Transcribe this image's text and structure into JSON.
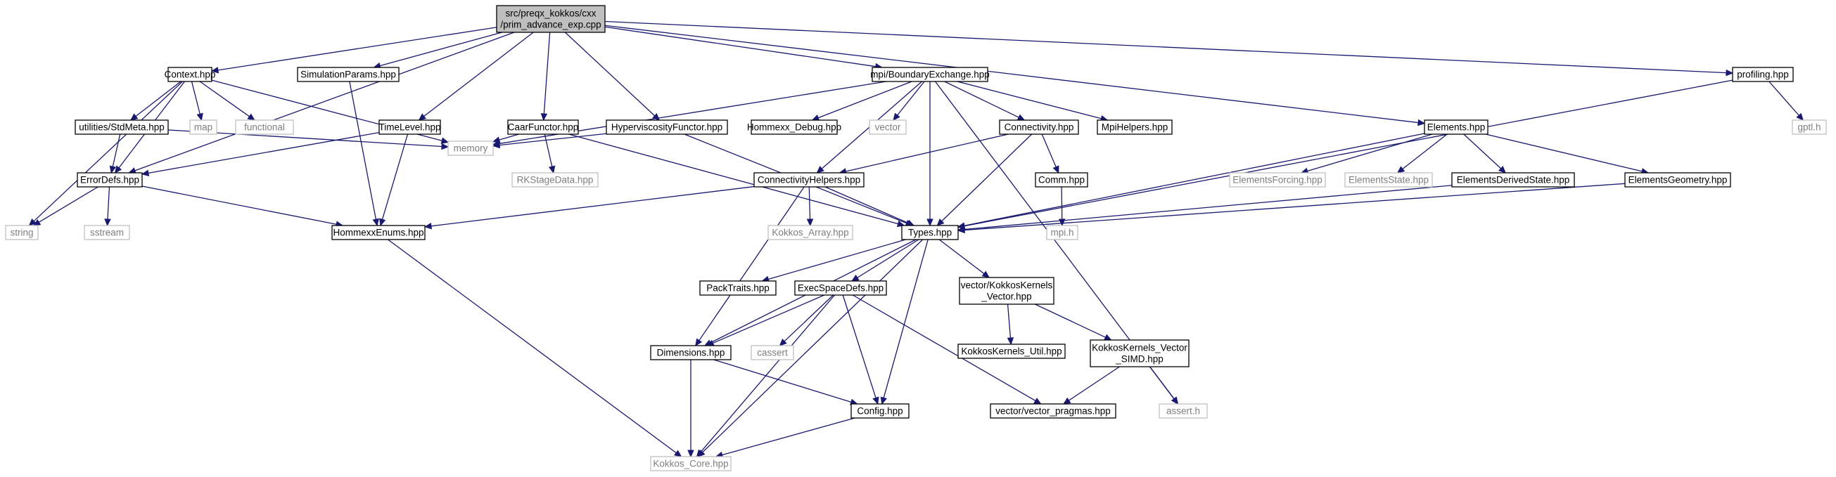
{
  "graph": {
    "colors": {
      "edge": "#191970",
      "local_border": "#000000",
      "system_border": "#bfbfbf",
      "system_text": "#7f7f7f",
      "root_fill": "#bfbfbf"
    },
    "nodes": [
      {
        "id": "root",
        "lines": [
          "src/preqx_kokkos/cxx",
          "/prim_advance_exp.cpp"
        ],
        "kind": "root"
      },
      {
        "id": "context",
        "lines": [
          "Context.hpp"
        ],
        "kind": "local"
      },
      {
        "id": "simparams",
        "lines": [
          "SimulationParams.hpp"
        ],
        "kind": "local"
      },
      {
        "id": "timelevel",
        "lines": [
          "TimeLevel.hpp"
        ],
        "kind": "local"
      },
      {
        "id": "caar",
        "lines": [
          "CaarFunctor.hpp"
        ],
        "kind": "local"
      },
      {
        "id": "hypervisc",
        "lines": [
          "HyperviscosityFunctor.hpp"
        ],
        "kind": "local"
      },
      {
        "id": "boundary",
        "lines": [
          "mpi/BoundaryExchange.hpp"
        ],
        "kind": "local"
      },
      {
        "id": "elements",
        "lines": [
          "Elements.hpp"
        ],
        "kind": "local"
      },
      {
        "id": "profiling",
        "lines": [
          "profiling.hpp"
        ],
        "kind": "local"
      },
      {
        "id": "stdmeta",
        "lines": [
          "utilities/StdMeta.hpp"
        ],
        "kind": "local"
      },
      {
        "id": "map",
        "lines": [
          "map"
        ],
        "kind": "sys"
      },
      {
        "id": "functional",
        "lines": [
          "functional"
        ],
        "kind": "sys"
      },
      {
        "id": "errordefs",
        "lines": [
          "ErrorDefs.hpp"
        ],
        "kind": "local"
      },
      {
        "id": "string",
        "lines": [
          "string"
        ],
        "kind": "sys"
      },
      {
        "id": "sstream",
        "lines": [
          "sstream"
        ],
        "kind": "sys"
      },
      {
        "id": "hommexxenums",
        "lines": [
          "HommexxEnums.hpp"
        ],
        "kind": "local"
      },
      {
        "id": "memory",
        "lines": [
          "memory"
        ],
        "kind": "sys"
      },
      {
        "id": "rkstage",
        "lines": [
          "RKStageData.hpp"
        ],
        "kind": "sys"
      },
      {
        "id": "hommexxdebug",
        "lines": [
          "Hommexx_Debug.hpp"
        ],
        "kind": "local"
      },
      {
        "id": "vector",
        "lines": [
          "vector"
        ],
        "kind": "sys"
      },
      {
        "id": "connectivity",
        "lines": [
          "Connectivity.hpp"
        ],
        "kind": "local"
      },
      {
        "id": "mpihelpers",
        "lines": [
          "MpiHelpers.hpp"
        ],
        "kind": "local"
      },
      {
        "id": "connhelpers",
        "lines": [
          "ConnectivityHelpers.hpp"
        ],
        "kind": "local"
      },
      {
        "id": "comm",
        "lines": [
          "Comm.hpp"
        ],
        "kind": "local"
      },
      {
        "id": "mpih",
        "lines": [
          "mpi.h"
        ],
        "kind": "sys"
      },
      {
        "id": "kokkosarray",
        "lines": [
          "Kokkos_Array.hpp"
        ],
        "kind": "sys"
      },
      {
        "id": "types",
        "lines": [
          "Types.hpp"
        ],
        "kind": "local"
      },
      {
        "id": "elforcing",
        "lines": [
          "ElementsForcing.hpp"
        ],
        "kind": "sys"
      },
      {
        "id": "elstate",
        "lines": [
          "ElementsState.hpp"
        ],
        "kind": "sys"
      },
      {
        "id": "elderived",
        "lines": [
          "ElementsDerivedState.hpp"
        ],
        "kind": "local"
      },
      {
        "id": "elgeometry",
        "lines": [
          "ElementsGeometry.hpp"
        ],
        "kind": "local"
      },
      {
        "id": "gptl",
        "lines": [
          "gptl.h"
        ],
        "kind": "sys"
      },
      {
        "id": "packtraits",
        "lines": [
          "PackTraits.hpp"
        ],
        "kind": "local"
      },
      {
        "id": "execspace",
        "lines": [
          "ExecSpaceDefs.hpp"
        ],
        "kind": "local"
      },
      {
        "id": "kkvector",
        "lines": [
          "vector/KokkosKernels",
          "_Vector.hpp"
        ],
        "kind": "local"
      },
      {
        "id": "kkutil",
        "lines": [
          "KokkosKernels_Util.hpp"
        ],
        "kind": "local"
      },
      {
        "id": "kksimd",
        "lines": [
          "KokkosKernels_Vector",
          "_SIMD.hpp"
        ],
        "kind": "local"
      },
      {
        "id": "dimensions",
        "lines": [
          "Dimensions.hpp"
        ],
        "kind": "local"
      },
      {
        "id": "cassert",
        "lines": [
          "cassert"
        ],
        "kind": "sys"
      },
      {
        "id": "config",
        "lines": [
          "Config.hpp"
        ],
        "kind": "local"
      },
      {
        "id": "vecpragmas",
        "lines": [
          "vector/vector_pragmas.hpp"
        ],
        "kind": "local"
      },
      {
        "id": "asserth",
        "lines": [
          "assert.h"
        ],
        "kind": "sys"
      },
      {
        "id": "kokkoscore",
        "lines": [
          "Kokkos_Core.hpp"
        ],
        "kind": "sys"
      }
    ],
    "edges": [
      [
        "root",
        "context"
      ],
      [
        "root",
        "simparams"
      ],
      [
        "root",
        "timelevel"
      ],
      [
        "root",
        "caar"
      ],
      [
        "root",
        "hypervisc"
      ],
      [
        "root",
        "boundary"
      ],
      [
        "root",
        "elements"
      ],
      [
        "root",
        "profiling"
      ],
      [
        "root",
        "errordefs"
      ],
      [
        "context",
        "stdmeta"
      ],
      [
        "context",
        "map"
      ],
      [
        "context",
        "functional"
      ],
      [
        "context",
        "errordefs"
      ],
      [
        "context",
        "string"
      ],
      [
        "context",
        "memory"
      ],
      [
        "stdmeta",
        "errordefs"
      ],
      [
        "stdmeta",
        "memory"
      ],
      [
        "errordefs",
        "string"
      ],
      [
        "errordefs",
        "sstream"
      ],
      [
        "errordefs",
        "hommexxenums"
      ],
      [
        "simparams",
        "hommexxenums"
      ],
      [
        "timelevel",
        "errordefs"
      ],
      [
        "timelevel",
        "hommexxenums"
      ],
      [
        "caar",
        "memory"
      ],
      [
        "caar",
        "rkstage"
      ],
      [
        "caar",
        "types"
      ],
      [
        "hypervisc",
        "memory"
      ],
      [
        "hypervisc",
        "types"
      ],
      [
        "boundary",
        "memory"
      ],
      [
        "boundary",
        "hommexxdebug"
      ],
      [
        "boundary",
        "vector"
      ],
      [
        "boundary",
        "connectivity"
      ],
      [
        "boundary",
        "mpihelpers"
      ],
      [
        "boundary",
        "connhelpers"
      ],
      [
        "boundary",
        "types"
      ],
      [
        "boundary",
        "asserth"
      ],
      [
        "connectivity",
        "connhelpers"
      ],
      [
        "connectivity",
        "comm"
      ],
      [
        "connectivity",
        "types"
      ],
      [
        "comm",
        "mpih"
      ],
      [
        "connhelpers",
        "hommexxenums"
      ],
      [
        "connhelpers",
        "kokkosarray"
      ],
      [
        "connhelpers",
        "types"
      ],
      [
        "connhelpers",
        "dimensions"
      ],
      [
        "elements",
        "elforcing"
      ],
      [
        "elements",
        "elstate"
      ],
      [
        "elements",
        "elderived"
      ],
      [
        "elements",
        "elgeometry"
      ],
      [
        "elements",
        "types"
      ],
      [
        "elderived",
        "types"
      ],
      [
        "elgeometry",
        "types"
      ],
      [
        "profiling",
        "gptl"
      ],
      [
        "profiling",
        "types"
      ],
      [
        "types",
        "packtraits"
      ],
      [
        "types",
        "execspace"
      ],
      [
        "types",
        "kkvector"
      ],
      [
        "types",
        "dimensions"
      ],
      [
        "types",
        "config"
      ],
      [
        "types",
        "kokkoscore"
      ],
      [
        "kkvector",
        "kkutil"
      ],
      [
        "kkvector",
        "kksimd"
      ],
      [
        "kksimd",
        "vecpragmas"
      ],
      [
        "kksimd",
        "asserth"
      ],
      [
        "execspace",
        "dimensions"
      ],
      [
        "execspace",
        "cassert"
      ],
      [
        "execspace",
        "config"
      ],
      [
        "execspace",
        "vecpragmas"
      ],
      [
        "execspace",
        "kokkoscore"
      ],
      [
        "dimensions",
        "config"
      ],
      [
        "dimensions",
        "kokkoscore"
      ],
      [
        "config",
        "kokkoscore"
      ],
      [
        "hommexxenums",
        "kokkoscore"
      ]
    ]
  }
}
